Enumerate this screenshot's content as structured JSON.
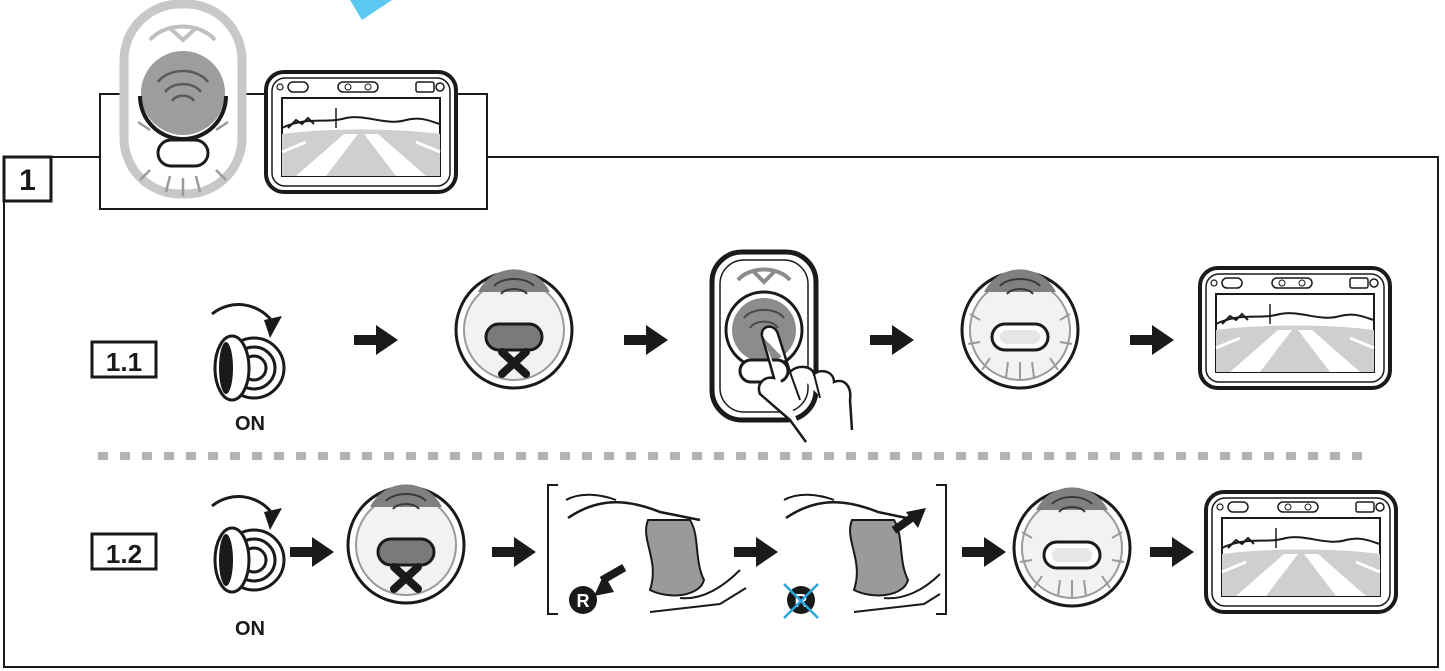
{
  "section": {
    "number": "1"
  },
  "steps": [
    {
      "number": "1.1",
      "on_label": "ON"
    },
    {
      "number": "1.2",
      "on_label": "ON"
    }
  ],
  "gear_label": "R",
  "colors": {
    "line": "#1a1a1a",
    "grey": "#8c8c8c",
    "light_grey": "#d9d9d9",
    "accent": "#5bc8f2",
    "cross_blue": "#29a6e0"
  },
  "icons": [
    "ignition-key-icon",
    "rotate-arrow-icon",
    "arrow-right-icon",
    "camera-button-icon",
    "button-off-icon",
    "finger-press-icon",
    "button-lit-icon",
    "screen-rear-view-icon",
    "gear-lever-icon",
    "reverse-gear-icon",
    "cross-icon"
  ]
}
